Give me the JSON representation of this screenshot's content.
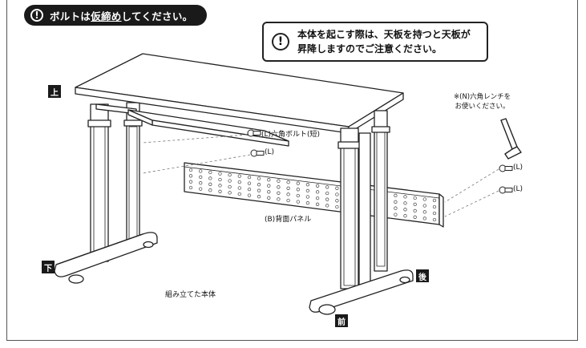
{
  "notice_pill": {
    "icon": "exclamation-circle-icon",
    "text_before": "ボルトは",
    "text_underlined": "仮締め",
    "text_after": "してください。"
  },
  "warning_box": {
    "icon": "exclamation-circle-icon",
    "line1": "本体を起こす際は、天板を持つと天板が",
    "line2": "昇降しますのでご注意ください。"
  },
  "direction_tags": {
    "top": "上",
    "bottom": "下",
    "back": "後",
    "front": "前"
  },
  "part_labels": {
    "hex_bolt_short": "(L)六角ボルト(短)",
    "bolt_l1": "(L)",
    "bolt_l2": "(L)",
    "bolt_l3": "(L)",
    "back_panel": "(B)背面パネル",
    "assembled_body": "組み立てた本体"
  },
  "wrench_note": {
    "line1": "※(N)六角レンチを",
    "line2": "お使いください。"
  },
  "colors": {
    "ink": "#1a1a1a",
    "line": "#222222",
    "paper": "#ffffff"
  }
}
